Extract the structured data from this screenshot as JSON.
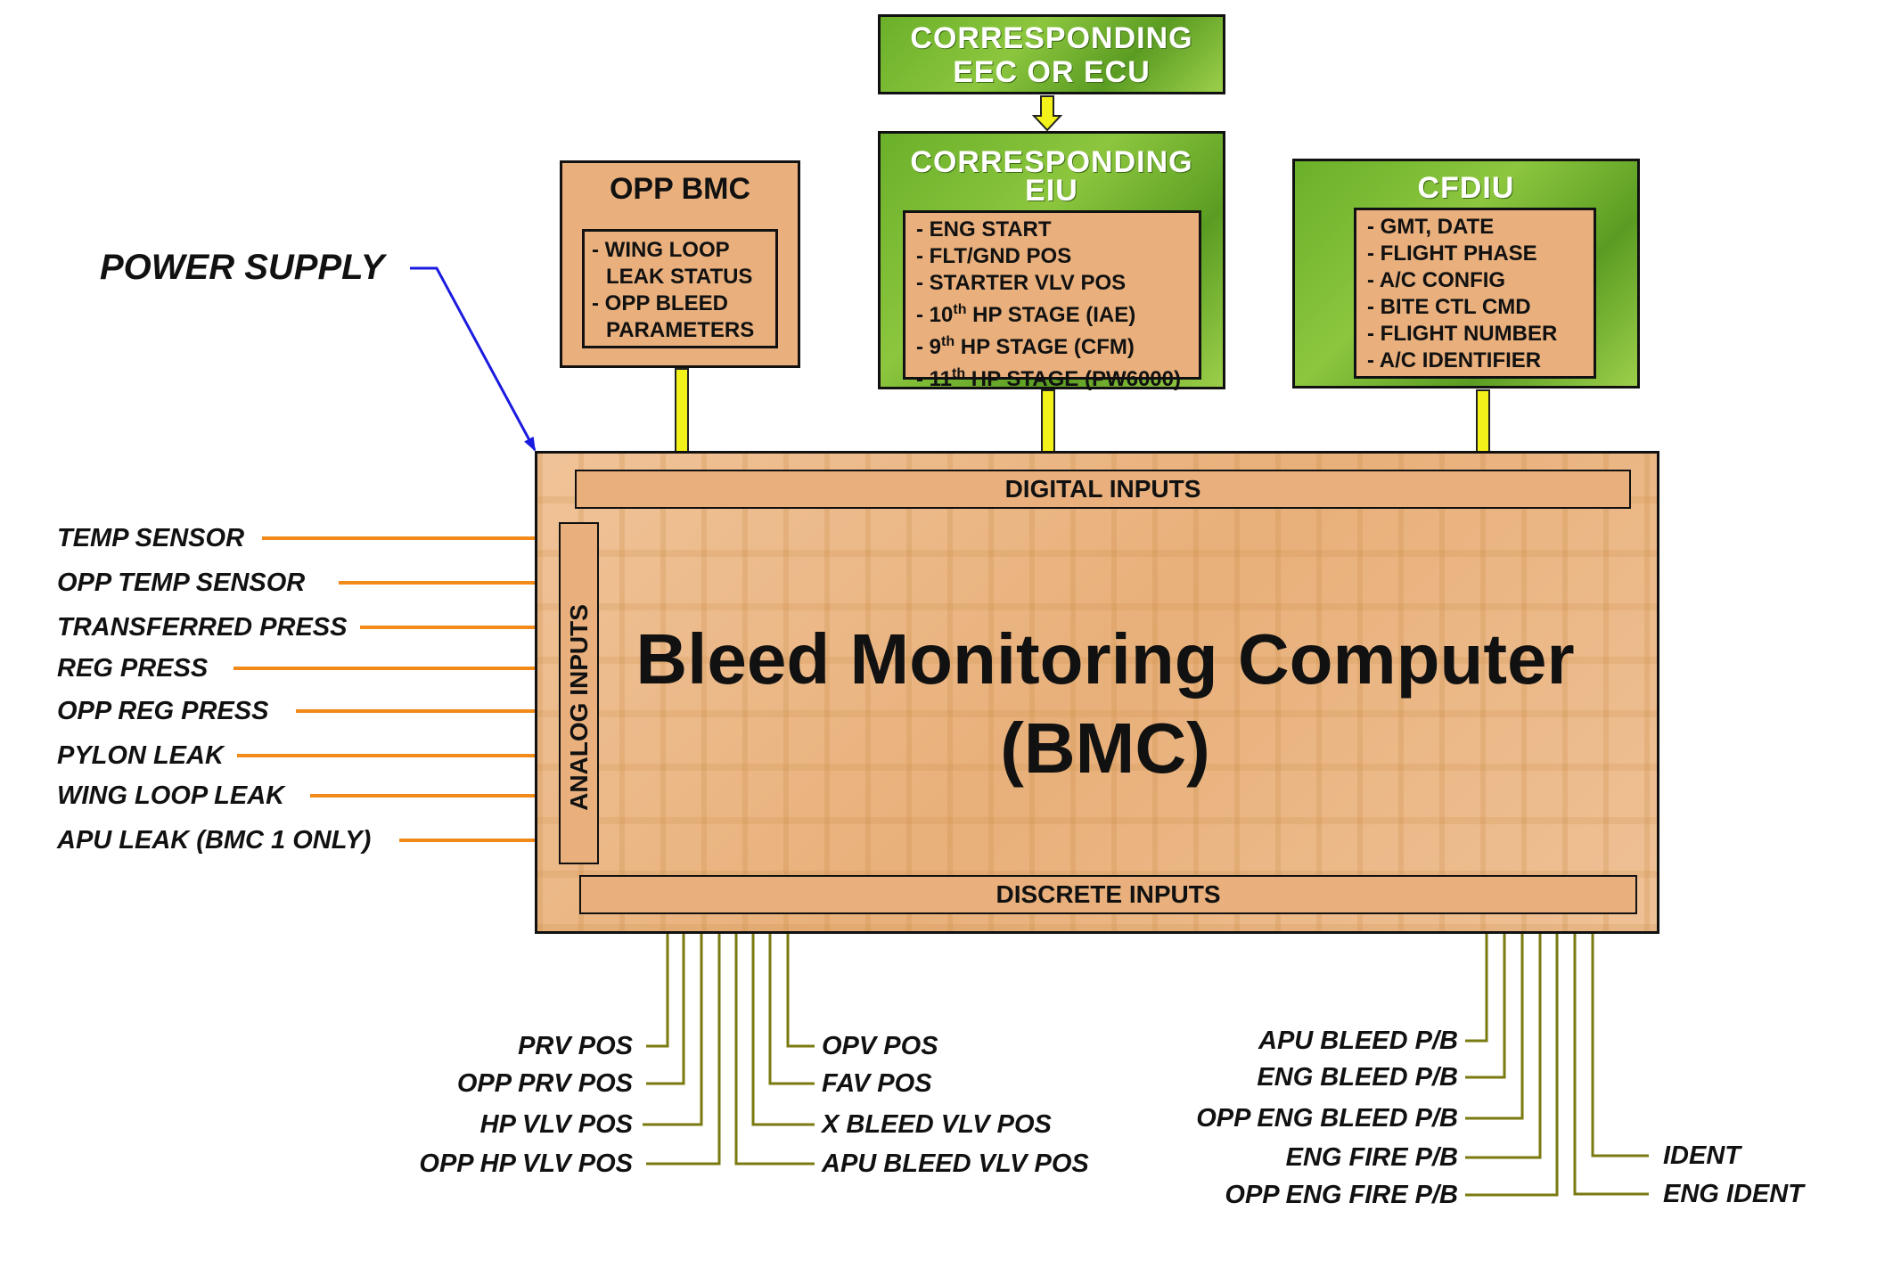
{
  "eec_box": {
    "title_line1": "CORRESPONDING",
    "title_line2": "EEC OR ECU"
  },
  "opp_bmc_box": {
    "title": "OPP BMC",
    "items": [
      "- WING LOOP",
      "  LEAK STATUS",
      "- OPP BLEED",
      "  PARAMETERS"
    ]
  },
  "eiu_box": {
    "title_line1": "CORRESPONDING",
    "title_line2": "EIU",
    "items": [
      {
        "pre": "- ENG START",
        "sup": "",
        "post": ""
      },
      {
        "pre": "- FLT/GND POS",
        "sup": "",
        "post": ""
      },
      {
        "pre": "- STARTER VLV POS",
        "sup": "",
        "post": ""
      },
      {
        "pre": "- 10",
        "sup": "th",
        "post": " HP STAGE (IAE)"
      },
      {
        "pre": "- 9",
        "sup": "th",
        "post": " HP STAGE (CFM)"
      },
      {
        "pre": "- 11",
        "sup": "th",
        "post": " HP STAGE (PW6000)"
      }
    ]
  },
  "cfdiu_box": {
    "title": "CFDIU",
    "items": [
      "- GMT, DATE",
      "- FLIGHT PHASE",
      "- A/C CONFIG",
      "- BITE CTL CMD",
      "- FLIGHT NUMBER",
      "- A/C IDENTIFIER"
    ]
  },
  "power_supply_label": "POWER SUPPLY",
  "bmc": {
    "title_line1": "Bleed Monitoring Computer",
    "title_line2": "(BMC)",
    "digital_inputs": "DIGITAL INPUTS",
    "analog_inputs": "ANALOG INPUTS",
    "discrete_inputs": "DISCRETE INPUTS"
  },
  "analog_signals": [
    "TEMP SENSOR",
    "OPP TEMP SENSOR",
    "TRANSFERRED PRESS",
    "REG PRESS",
    "OPP REG PRESS",
    "PYLON LEAK",
    "WING LOOP LEAK",
    "APU LEAK (BMC 1 ONLY)"
  ],
  "discrete_left_a": [
    "PRV POS",
    "OPP PRV POS",
    "HP VLV POS",
    "OPP HP VLV POS"
  ],
  "discrete_left_b": [
    "OPV POS",
    "FAV POS",
    "X BLEED VLV POS",
    "APU BLEED VLV POS"
  ],
  "discrete_right_a": [
    "APU BLEED P/B",
    "ENG BLEED P/B",
    "OPP ENG BLEED P/B",
    "ENG FIRE P/B",
    "OPP ENG FIRE P/B"
  ],
  "discrete_right_b": [
    "IDENT",
    "ENG IDENT"
  ],
  "colors": {
    "analog_arrow": "#f28a1a",
    "discrete_line": "#7a7a10",
    "digital_arrow": "#f2f21a",
    "power_arrow": "#1a1ae0",
    "box_tan": "#e9b07d",
    "box_green": "#6bb02a"
  }
}
